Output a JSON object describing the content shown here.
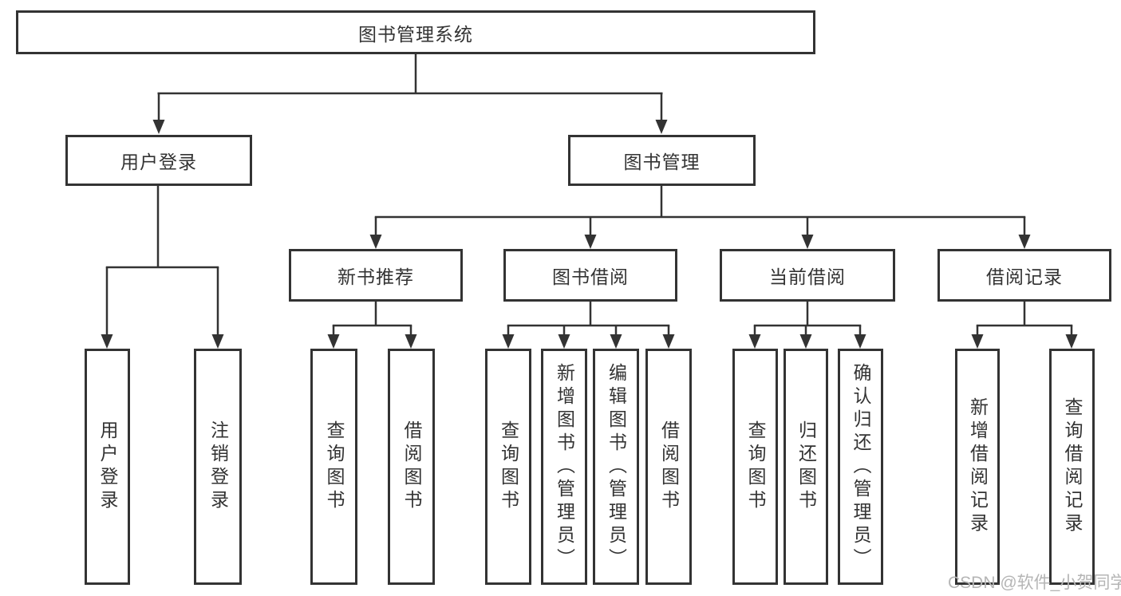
{
  "diagram": {
    "title": "图书管理系统",
    "type": "tree-structure-chart"
  },
  "nodes": {
    "root": "图书管理系统",
    "userLogin": "用户登录",
    "bookMgmt": "图书管理",
    "newBookRec": "新书推荐",
    "bookBorrow": "图书借阅",
    "currentBorrow": "当前借阅",
    "borrowRecords": "借阅记录",
    "leafUserLogin": "用户登录",
    "leafLogout": "注销登录",
    "recQueryBook": "查询图书",
    "recBorrowBook": "借阅图书",
    "borQueryBook": "查询图书",
    "borAddBook": "新增图书（管理员）",
    "borEditBook": "编辑图书（管理员）",
    "borBorrowBook": "借阅图书",
    "curQueryBook": "查询图书",
    "curReturnBook": "归还图书",
    "curConfirmReturn": "确认归还（管理员）",
    "recAddRecord": "新增借阅记录",
    "recQueryRecord": "查询借阅记录"
  },
  "watermark": "CSDN @软件_小贺同学",
  "colors": {
    "line": "#333333",
    "box_border": "#333333",
    "box_background": "#ffffff",
    "text": "#333333",
    "watermark": "#b5b5b5"
  }
}
